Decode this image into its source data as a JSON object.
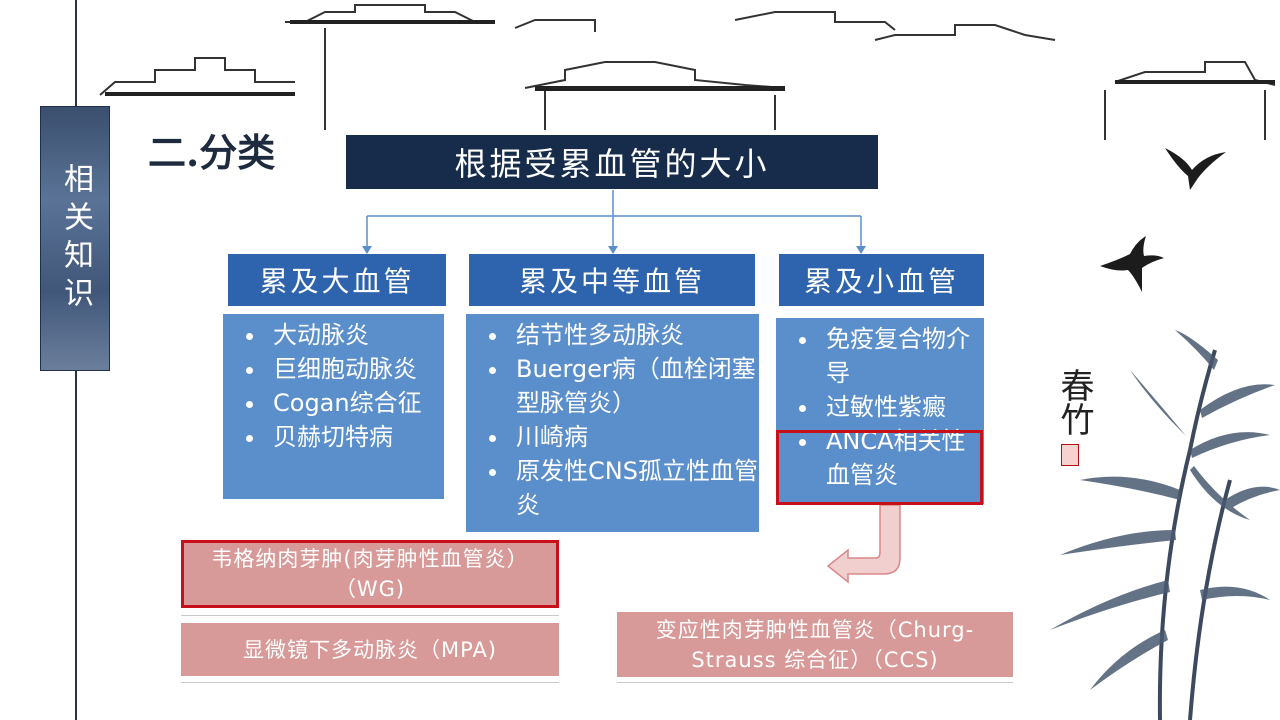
{
  "sidebar": {
    "label": "相关知识"
  },
  "section_title": "二.分类",
  "main_title": "根据受累血管的大小",
  "categories": [
    {
      "label": "累及大血管",
      "items": [
        "大动脉炎",
        "巨细胞动脉炎",
        "Cogan综合征",
        "贝赫切特病"
      ]
    },
    {
      "label": "累及中等血管",
      "items": [
        "结节性多动脉炎",
        "Buerger病（血栓闭塞型脉管炎）",
        "川崎病",
        "原发性CNS孤立性血管炎"
      ]
    },
    {
      "label": "累及小血管",
      "items": [
        "免疫复合物介导",
        "过敏性紫癜",
        "ANCA相关性血管炎"
      ]
    }
  ],
  "anca_subtypes": {
    "wg": "韦格纳肉芽肿(肉芽肿性血管炎）（WG)",
    "mpa": "显微镜下多动脉炎（MPA)",
    "ccs": "变应性肉芽肿性血管炎（Churg-Strauss 综合征）（CCS)"
  },
  "decor": {
    "seal_text": "春竹"
  },
  "colors": {
    "navy": "#172c4a",
    "category_blue": "#2e64ad",
    "list_blue": "#5b8fcb",
    "pink": "#d89a98",
    "highlight_red": "#c8101a"
  }
}
